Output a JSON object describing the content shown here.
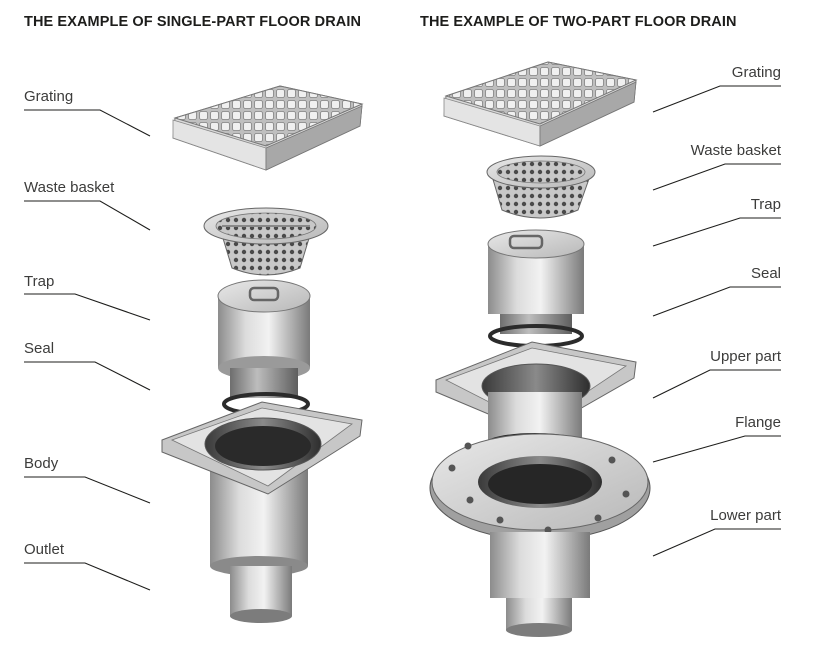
{
  "left_panel": {
    "title": "THE EXAMPLE OF SINGLE-PART FLOOR DRAIN",
    "labels": [
      "Grating",
      "Waste basket",
      "Trap",
      "Seal",
      "Body",
      "Outlet"
    ]
  },
  "right_panel": {
    "title": "THE EXAMPLE OF TWO-PART FLOOR DRAIN",
    "labels": [
      "Grating",
      "Waste basket",
      "Trap",
      "Seal",
      "Upper part",
      "Flange",
      "Lower part"
    ]
  },
  "colors": {
    "text": "#3c3c3b",
    "title": "#1d1d1b",
    "leader_line": "#1d1d1b",
    "steel_light": "#e6e6e6",
    "steel_mid": "#b4b4b4",
    "steel_dark": "#6e6e6e",
    "seal": "#2b2b2b"
  }
}
